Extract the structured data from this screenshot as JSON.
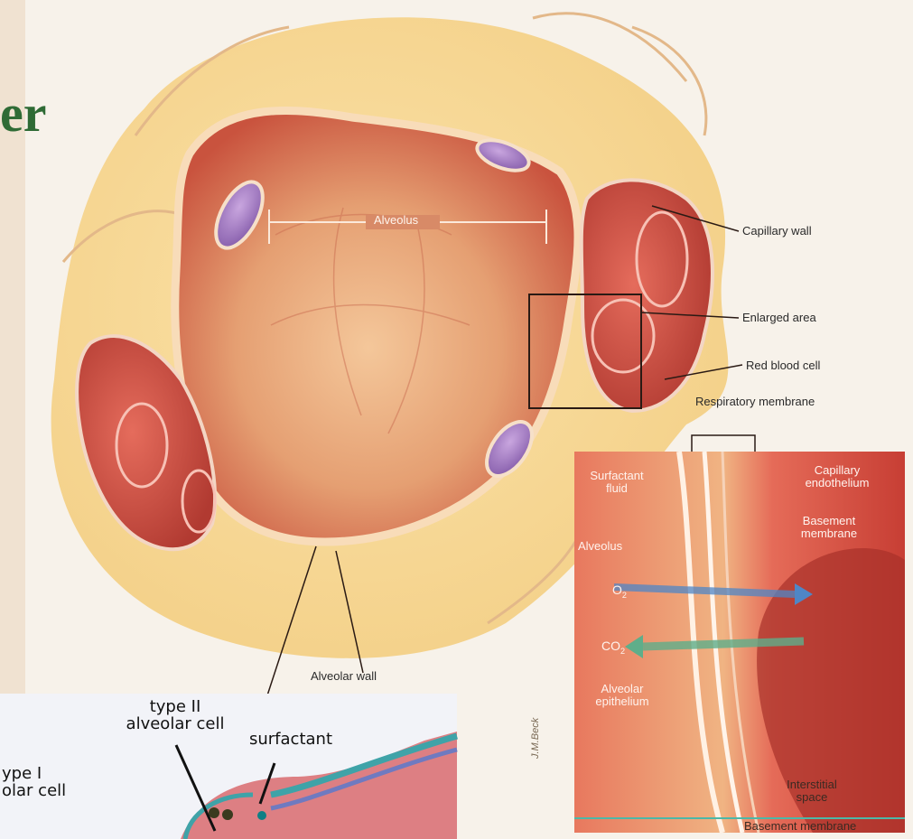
{
  "title_fragment": "er",
  "labels": {
    "alveolus_top": "Alveolus",
    "capillary_wall": "Capillary wall",
    "enlarged_area": "Enlarged area",
    "red_blood_cell": "Red blood cell",
    "respiratory_membrane": "Respiratory membrane",
    "alveolar_wall": "Alveolar wall"
  },
  "inset_membrane": {
    "surfactant_fluid": "Surfactant fluid",
    "capillary_endothelium": "Capillary endothelium",
    "basement_membrane_top": "Basement membrane",
    "alveolus": "Alveolus",
    "o2": "O",
    "o2_sub": "2",
    "co2": "CO",
    "co2_sub": "2",
    "alveolar_epithelium": "Alveolar epithelium",
    "interstitial_space": "Interstitial space",
    "basement_membrane_bottom": "Basement membrane",
    "signature": "J.M.Beck"
  },
  "inset_cells": {
    "type_ii": "type II alveolar cell",
    "surfactant": "surfactant",
    "type_i": "type I alveolar cell",
    "type_i_visible_1": "ype I",
    "type_i_visible_2": "olar cell"
  }
}
